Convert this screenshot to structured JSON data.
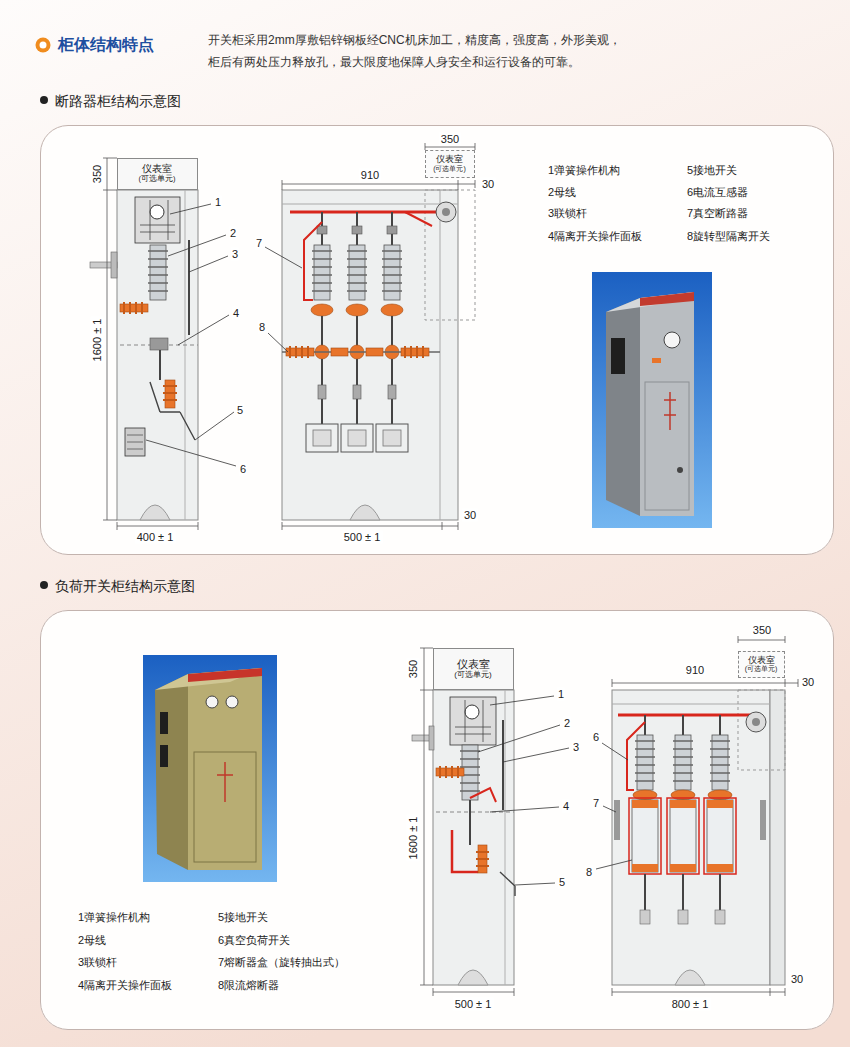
{
  "diagram": {
    "title": "柜体结构特点",
    "nodes": [
      {
        "text": [
          "断路器柜结构示意图"
        ]
      },
      {
        "text": [
          "仪表室",
          "(可选单元)"
        ],
        "in": 0
      },
      {
        "text": [
          "仪表室",
          "(可选单元)"
        ],
        "in": 0
      },
      {
        "text": [
          "负荷开关柜结构示意图"
        ]
      },
      {
        "text": [
          "仪表室",
          "(可选单元)"
        ],
        "in": 3
      },
      {
        "text": [
          "仪表室",
          "(可选单元)"
        ],
        "in": 3
      }
    ],
    "labels": [
      "开关柜采用2mm厚敷铝锌钢板经CNC机床加工，精度高，强度高，外形美观， 柜后有两处压力释放孔，最大限度地保障人身安全和运行设备的可靠。",
      "350",
      "1600 ± 1",
      "400 ± 1",
      "1",
      "2",
      "3",
      "4",
      "5",
      "6",
      "350",
      "910",
      "30",
      "500 ± 1",
      "30",
      "7",
      "8",
      "1弹簧操作机构",
      "2母线",
      "3联锁杆",
      "4隔离开关操作面板",
      "5接地开关",
      "6电流互感器",
      "7真空断路器",
      "8旋转型隔离开关",
      "1弹簧操作机构",
      "2母线",
      "3联锁杆",
      "4隔离开关操作面板",
      "5接地开关",
      "6真空负荷开关",
      "7熔断器盒（旋转抽出式）",
      "8限流熔断器",
      "350",
      "1600 ± 1",
      "500 ± 1",
      "1",
      "2",
      "3",
      "4",
      "5",
      "350",
      "910",
      "30",
      "800 ± 1",
      "30",
      "6",
      "7",
      "8"
    ]
  }
}
